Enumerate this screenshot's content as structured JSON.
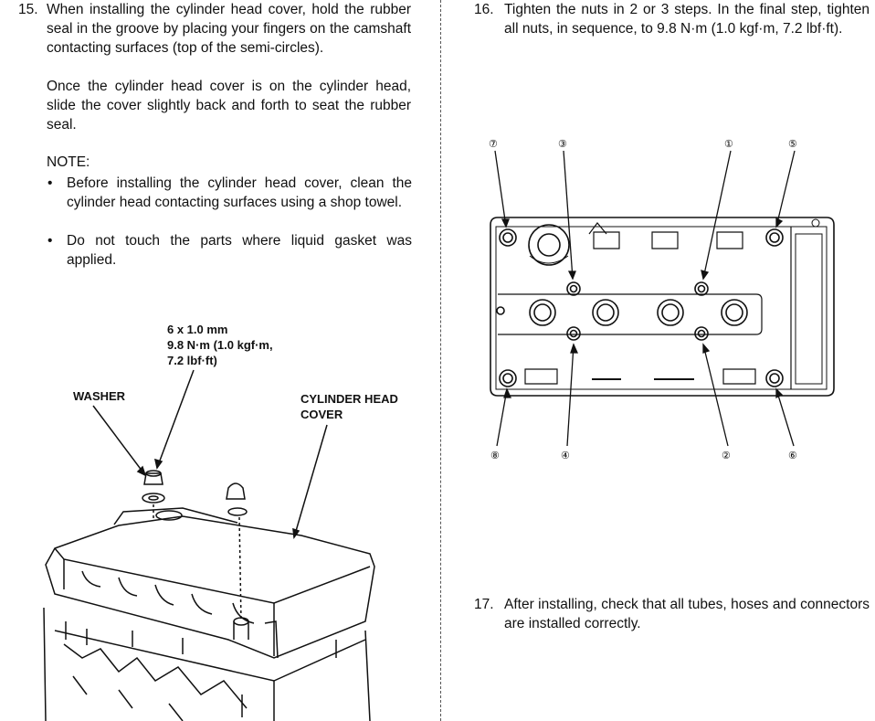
{
  "left": {
    "step15": {
      "num": "15.",
      "para1": "When installing the cylinder head cover, hold the rubber seal in the groove by placing your fingers on the camshaft contacting surfaces (top of the semi-circles).",
      "para2": "Once the cylinder head cover is on the cylinder head, slide the cover slightly back and forth to seat the rubber seal."
    },
    "note": {
      "label": "NOTE:",
      "bullets": [
        "Before installing the cylinder head cover, clean the cylinder head contacting surfaces using a shop towel.",
        "Do not touch the parts where liquid gasket was applied."
      ]
    },
    "figure": {
      "spec_lines": [
        "6 x 1.0 mm",
        "9.8 N·m (1.0 kgf·m,",
        "7.2 lbf·ft)"
      ],
      "washer_label": "WASHER",
      "cover_label_lines": [
        "CYLINDER HEAD",
        "COVER"
      ]
    }
  },
  "right": {
    "step16": {
      "num": "16.",
      "text": "Tighten the nuts in 2 or 3 steps. In the final step, tighten all nuts, in sequence, to 9.8 N·m (1.0 kgf·m, 7.2 lbf·ft)."
    },
    "sequence_numbers": {
      "top": [
        "⑦",
        "③",
        "①",
        "⑤"
      ],
      "bottom": [
        "⑧",
        "④",
        "②",
        "⑥"
      ]
    },
    "step17": {
      "num": "17.",
      "text": "After installing, check that all tubes, hoses and connectors are installed correctly."
    }
  }
}
